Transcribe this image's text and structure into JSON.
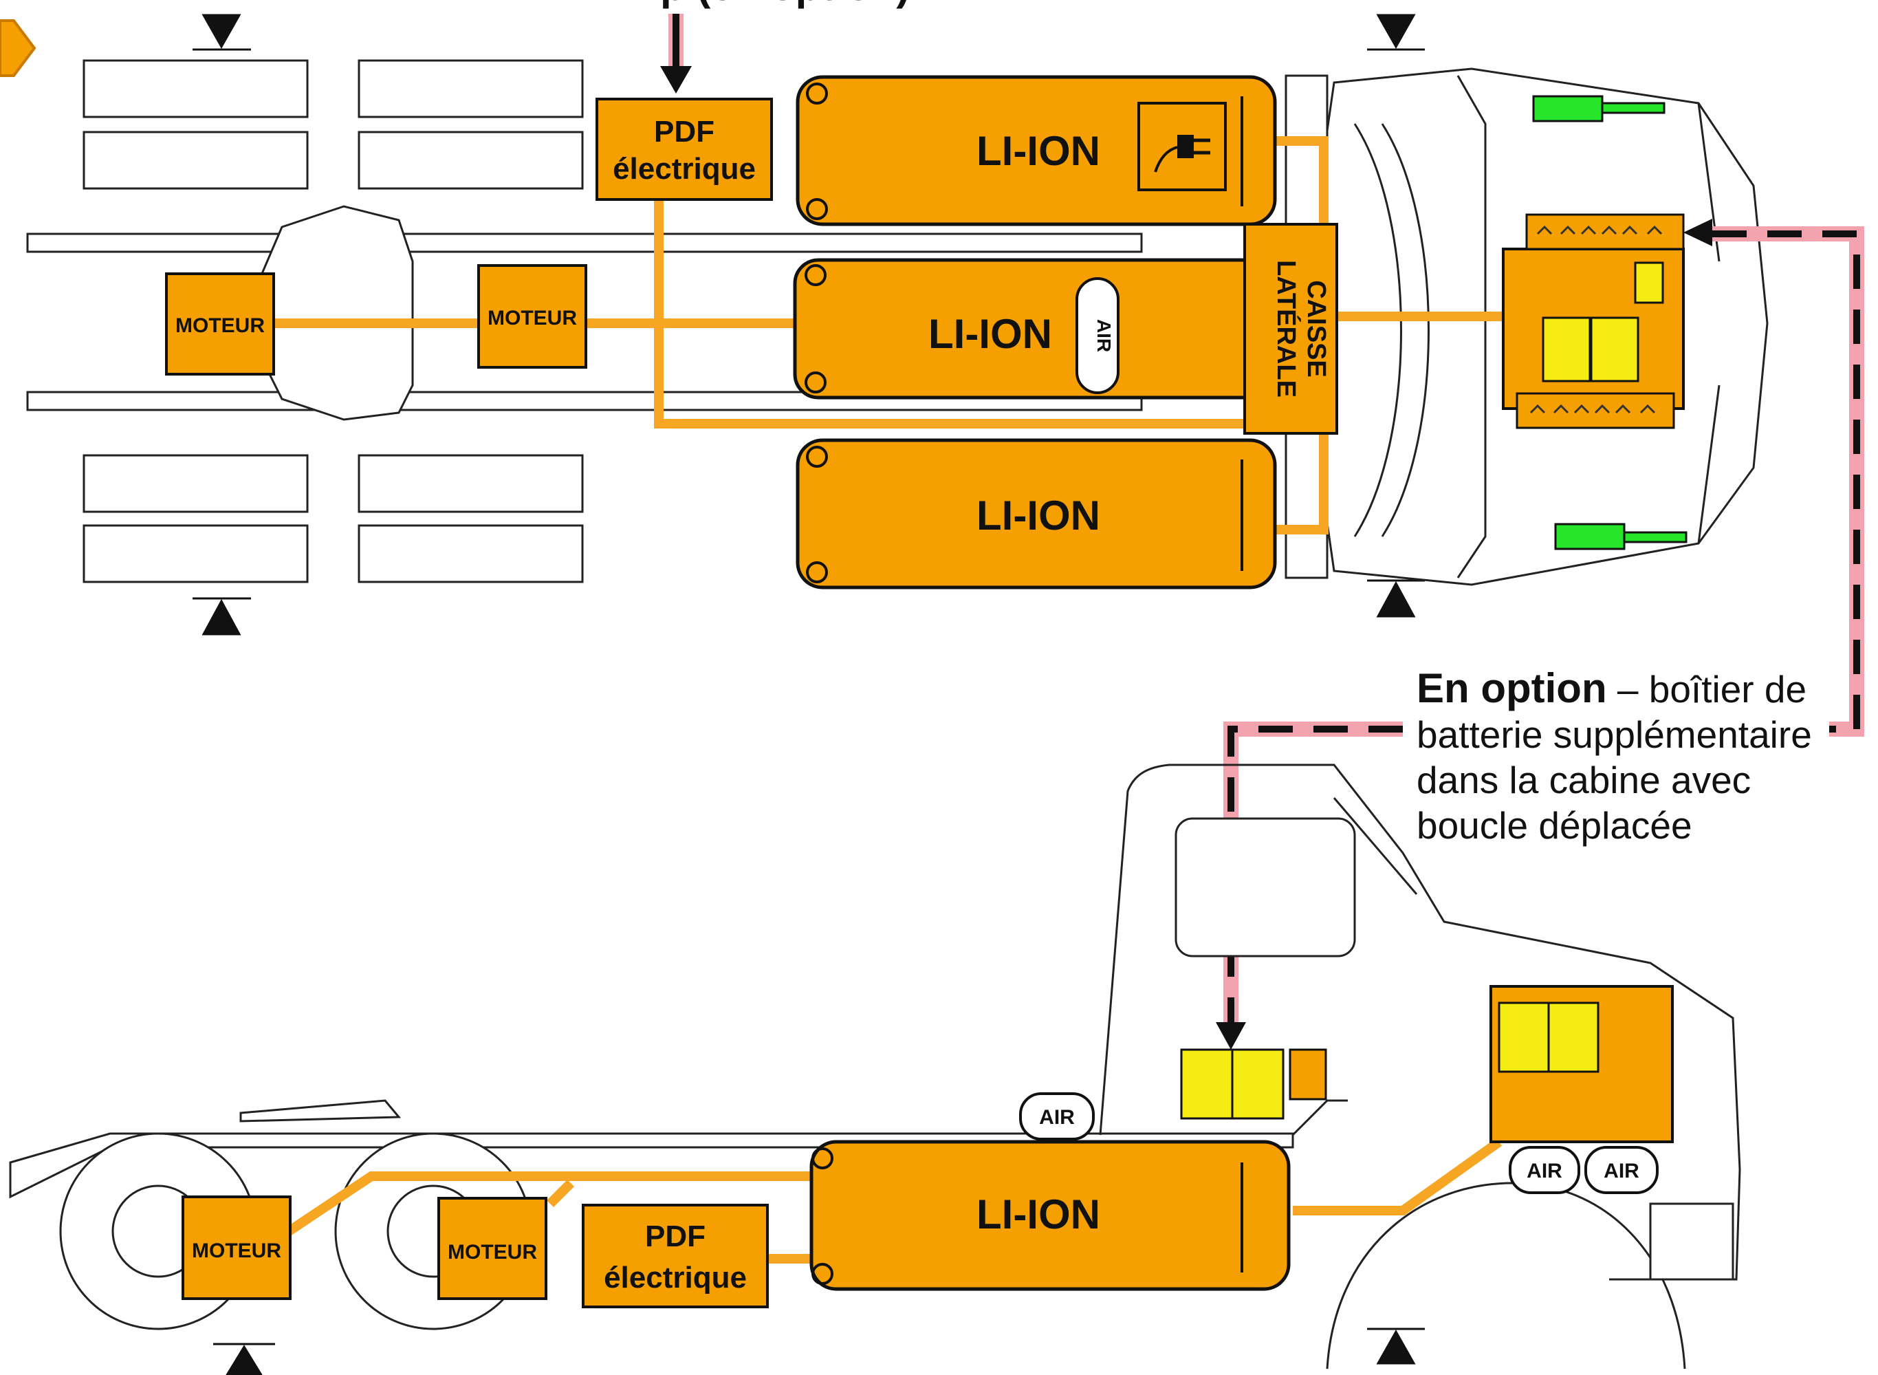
{
  "colors": {
    "battery": "#f5a000",
    "outline": "#111111",
    "cable": "#f6a623",
    "low_voltage_battery": "#f4ec13",
    "mirror": "#27e52b",
    "dashed_line": "#f3a3ad"
  },
  "icons": [
    "charge-plug-icon",
    "arrow-down-icon",
    "arrow-left-icon",
    "section-marker-icon",
    "battery-terminal-icon",
    "fuse-icon",
    "disconnect-switch-icon"
  ],
  "labels": {
    "top_header_partial": "…p (en option)",
    "pdf_line1": "PDF",
    "pdf_line2": "électrique",
    "li_ion": "LI-ION",
    "air": "AIR",
    "moteur": "MOTEUR",
    "caisse_line1": "CAISSE",
    "caisse_line2": "LATÉRALE"
  },
  "note": {
    "bold": "En option",
    "dash": " – ",
    "rest_line1": "boîtier de",
    "line2": "batterie supplémentaire",
    "line3": "dans la cabine avec",
    "line4": "boucle déplacée"
  }
}
